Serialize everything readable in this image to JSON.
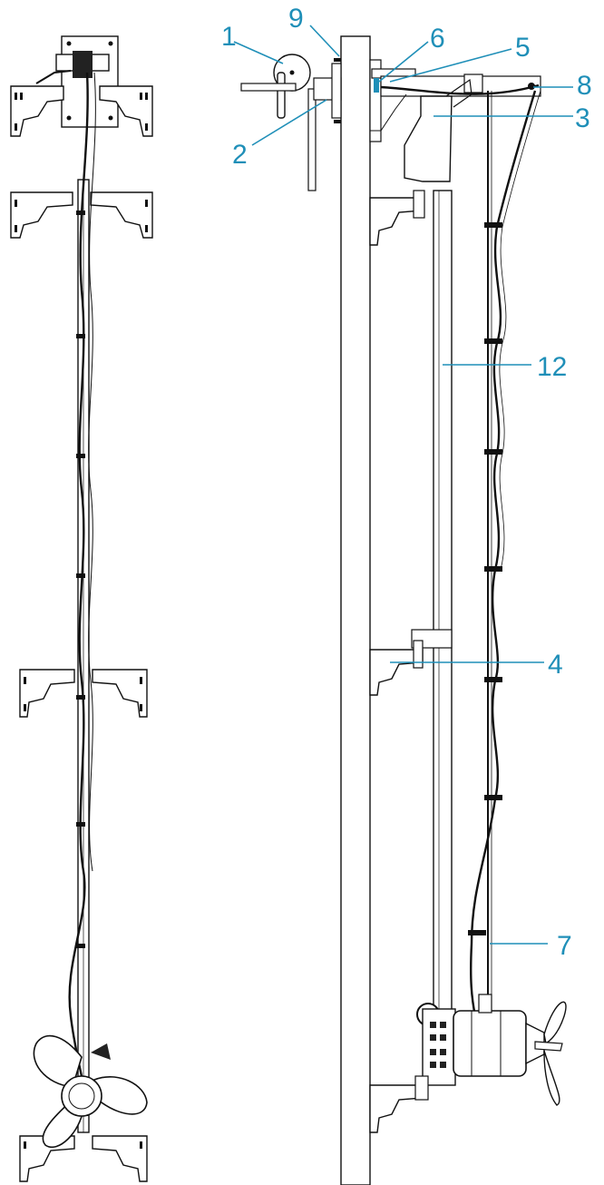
{
  "colors": {
    "line": "#111111",
    "callout": "#1f8fb8",
    "background": "#ffffff"
  },
  "callouts": [
    {
      "id": "1",
      "label": "1"
    },
    {
      "id": "2",
      "label": "2"
    },
    {
      "id": "3",
      "label": "3"
    },
    {
      "id": "4",
      "label": "4"
    },
    {
      "id": "5",
      "label": "5"
    },
    {
      "id": "6",
      "label": "6"
    },
    {
      "id": "7",
      "label": "7"
    },
    {
      "id": "8",
      "label": "8"
    },
    {
      "id": "9",
      "label": "9"
    },
    {
      "id": "12",
      "label": "12"
    }
  ]
}
